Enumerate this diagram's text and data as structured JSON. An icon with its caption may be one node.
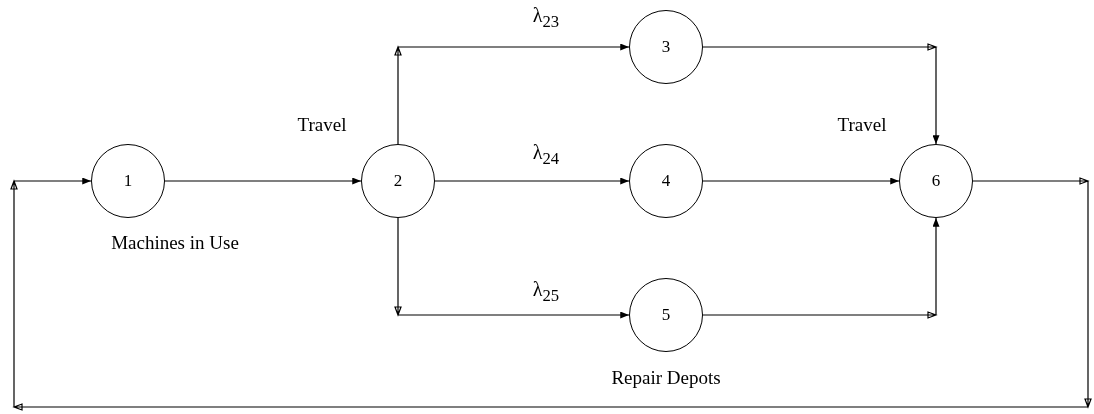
{
  "diagram": {
    "nodes": [
      {
        "text": [
          "1"
        ],
        "beside": [
          "Machines in Use"
        ]
      },
      {
        "text": [
          "2"
        ],
        "beside": [
          "Travel"
        ]
      },
      {
        "text": [
          "3"
        ]
      },
      {
        "text": [
          "4"
        ]
      },
      {
        "text": [
          "5"
        ],
        "beside": [
          "Repair Depots"
        ]
      },
      {
        "text": [
          "6"
        ],
        "beside": [
          "Travel"
        ]
      }
    ],
    "edges": [
      {
        "from": 0,
        "to": 1,
        "arrow": "to"
      },
      {
        "from": 1,
        "to": 2,
        "arrow": "to",
        "label": "λ$_{23}$"
      },
      {
        "from": 1,
        "to": 3,
        "arrow": "to",
        "label": "λ$_{24}$"
      },
      {
        "from": 1,
        "to": 4,
        "arrow": "to",
        "label": "λ$_{25}$"
      },
      {
        "from": 2,
        "to": 5,
        "arrow": "to"
      },
      {
        "from": 3,
        "to": 5,
        "arrow": "to"
      },
      {
        "from": 4,
        "to": 5,
        "arrow": "to"
      },
      {
        "from": 5,
        "to": 0,
        "arrow": "to"
      }
    ]
  }
}
